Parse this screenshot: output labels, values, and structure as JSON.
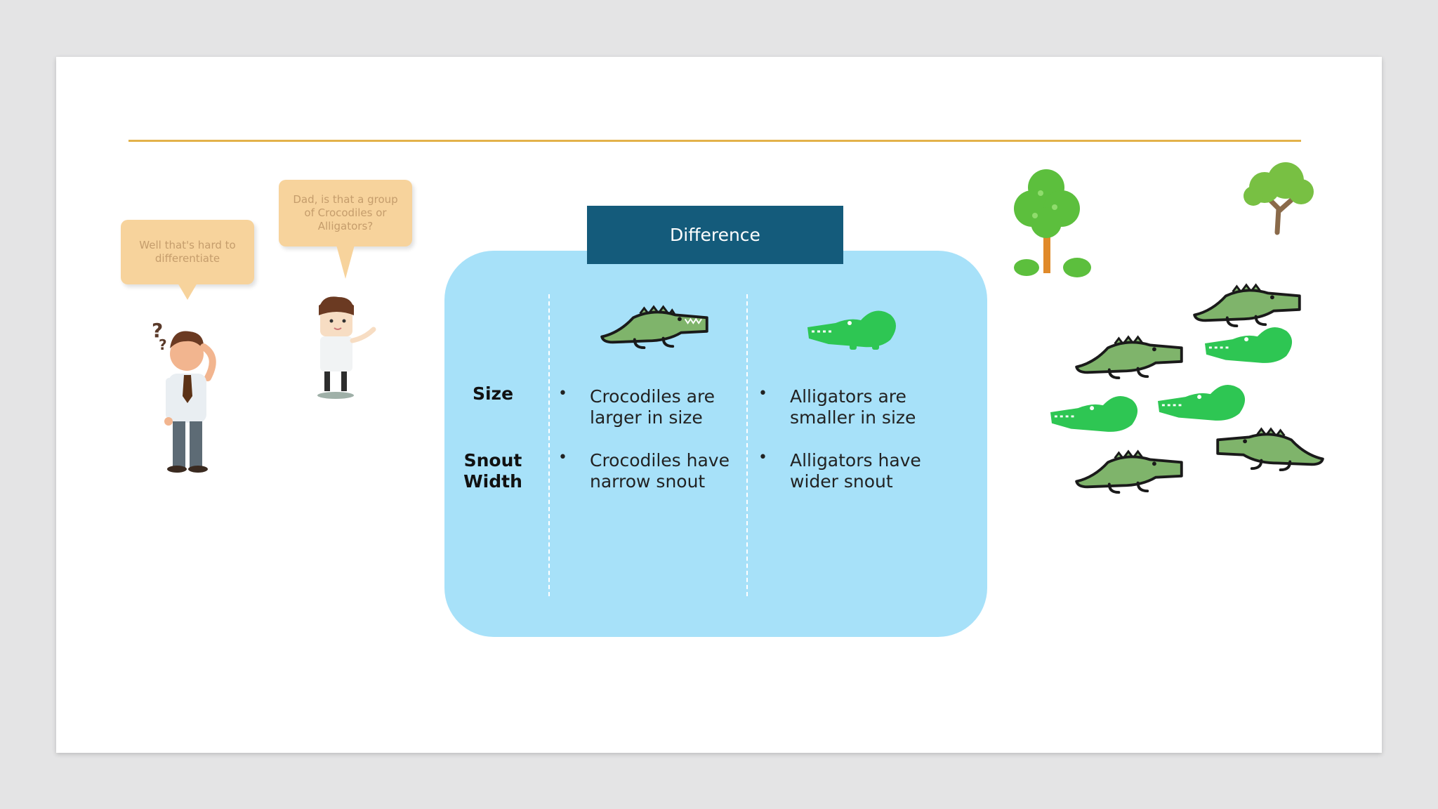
{
  "bubbles": {
    "father": "Well that's hard to differentiate",
    "child": "Dad, is that a group of Crocodiles or Alligators?"
  },
  "table": {
    "header": "Difference",
    "rows": [
      {
        "label": "Size",
        "crocodile": "Crocodiles are larger in size",
        "alligator": "Alligators are smaller in size"
      },
      {
        "label": "Snout Width",
        "crocodile": "Crocodiles have narrow snout",
        "alligator": "Alligators have wider snout"
      }
    ],
    "bullet": "•"
  },
  "colors": {
    "header_bg": "#145b7b",
    "panel_bg": "#a7e1f9",
    "rule": "#e3b24a",
    "bubble": "#f7d39c",
    "crocodile": "#7fb46b",
    "alligator": "#2ec653"
  },
  "icons": [
    "father-figure",
    "child-figure",
    "crocodile-icon",
    "alligator-icon",
    "tree-icon"
  ]
}
